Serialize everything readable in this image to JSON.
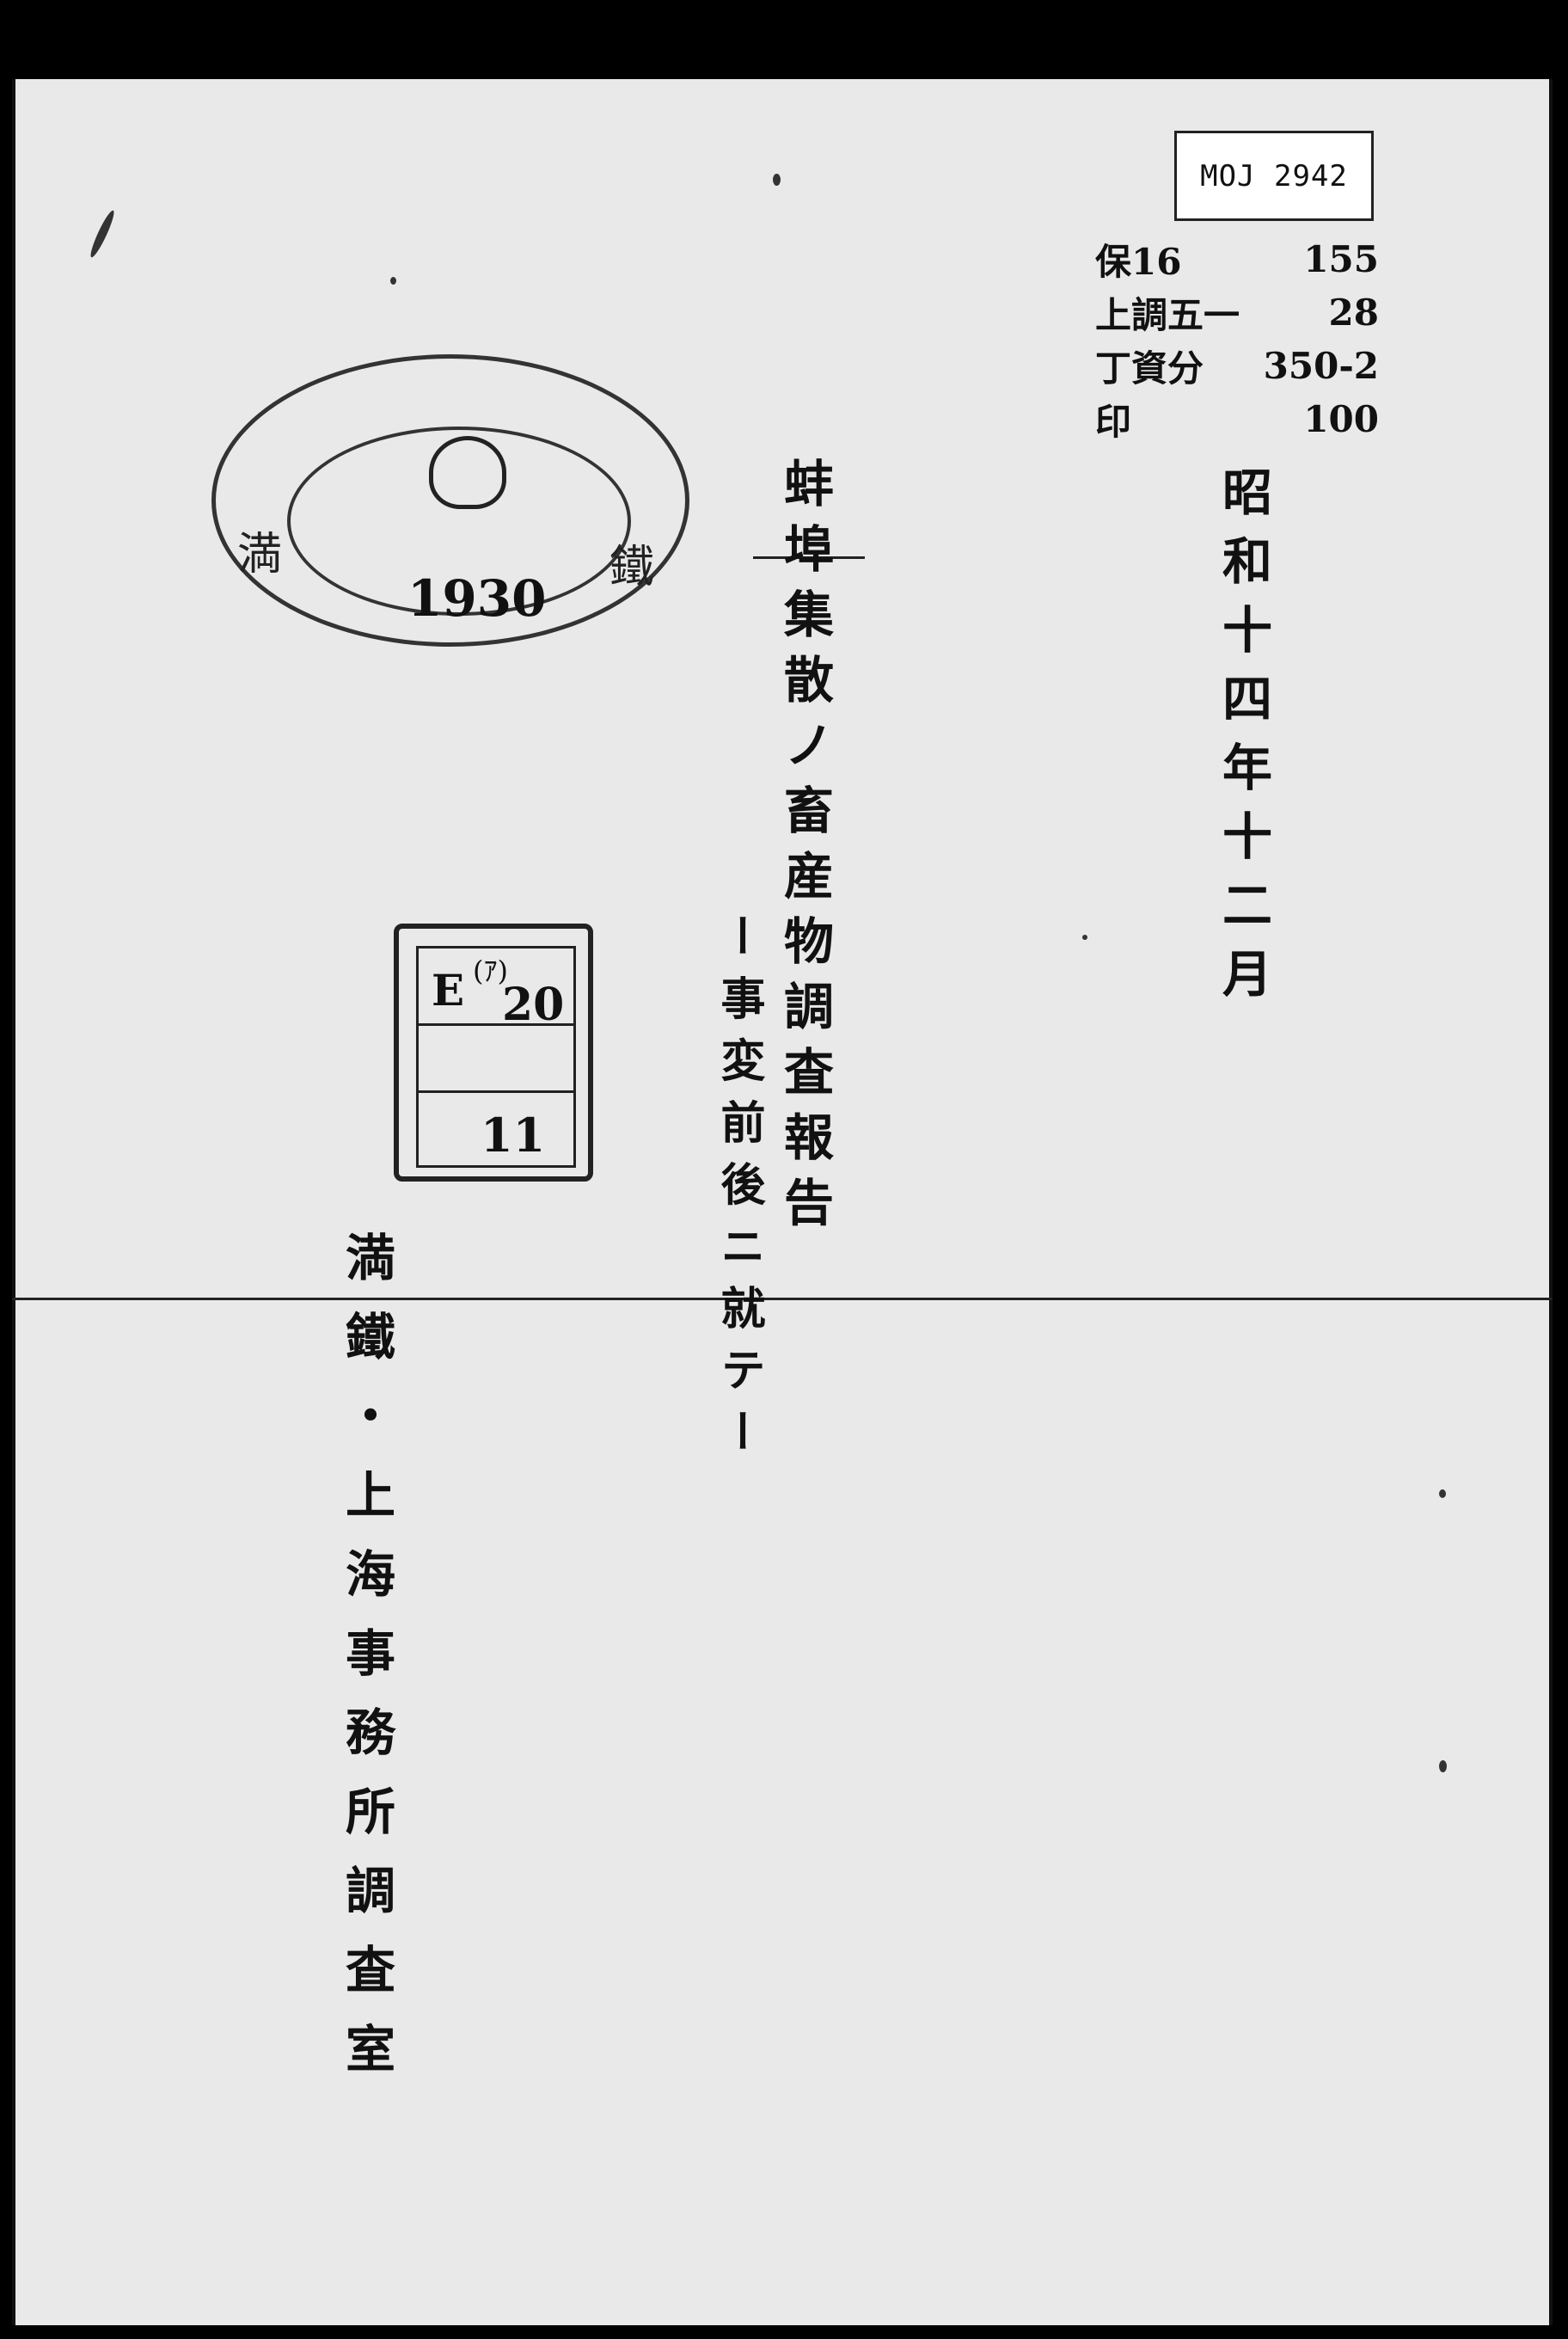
{
  "id_label": "MOJ 2942",
  "codes": [
    {
      "label": "保16",
      "value": "155"
    },
    {
      "label": "上調五一",
      "value": "28"
    },
    {
      "label": "丁資分",
      "value": "350-2"
    },
    {
      "label": "印",
      "value": "100"
    }
  ],
  "title": "蚌埠集散ノ畜産物調査報告",
  "subtitle": "ー事変前後ニ就テー",
  "date": "昭和十四年十二月",
  "organization": "満鐵・上海事務所調査室",
  "oval_stamp": {
    "year": "1930",
    "left_char": "満",
    "right_char": "鐵"
  },
  "box_stamp": {
    "letter": "E",
    "mark": "(ｱ)",
    "number_top": "20",
    "number_bottom": "11"
  }
}
